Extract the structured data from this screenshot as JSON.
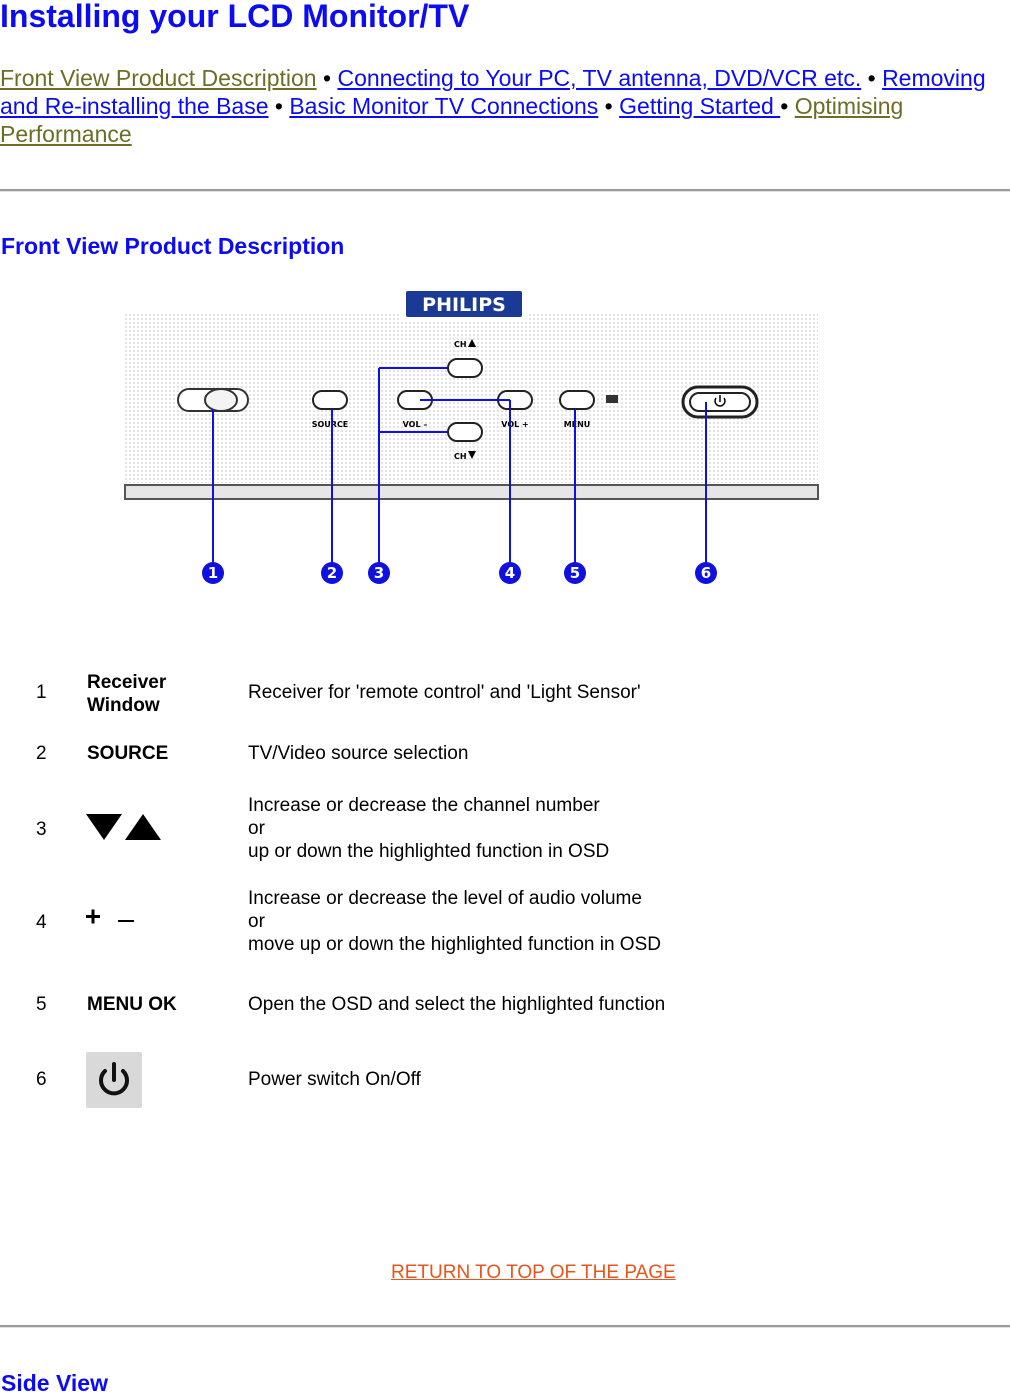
{
  "page": {
    "title": "Installing your LCD Monitor/TV",
    "nav": [
      {
        "label": "Front View Product Description",
        "visited": true
      },
      {
        "label": "Connecting to Your PC, TV antenna, DVD/VCR etc.",
        "visited": false
      },
      {
        "label": "Removing and Re-installing the Base",
        "visited": false
      },
      {
        "label": "Basic Monitor TV Connections",
        "visited": false
      },
      {
        "label": "Getting Started ",
        "visited": false
      },
      {
        "label": "Optimising Performance",
        "visited": true
      }
    ],
    "nav_separator": " • ",
    "section_front": "Front View Product Description",
    "return_link": "RETURN TO TOP OF THE PAGE",
    "section_side": "Side View"
  },
  "diagram": {
    "brand": "PHILIPS",
    "labels": {
      "source": "SOURCE",
      "vol_minus": "VOL –",
      "vol_plus": "VOL +",
      "menu": "MENU",
      "ch_up": "CH",
      "ch_down": "CH"
    },
    "callouts": [
      "1",
      "2",
      "3",
      "4",
      "5",
      "6"
    ]
  },
  "controls": [
    {
      "num": "1",
      "name": "Receiver Window",
      "desc": [
        "Receiver for 'remote control' and 'Light Sensor'"
      ]
    },
    {
      "num": "2",
      "name": "SOURCE",
      "desc": [
        "TV/Video source selection"
      ]
    },
    {
      "num": "3",
      "name": "",
      "icon": "down-up-triangles-icon",
      "desc": [
        "Increase or decrease the channel number",
        "or",
        "up or down the highlighted function in OSD"
      ]
    },
    {
      "num": "4",
      "name": "",
      "icon": "plus-minus-icon",
      "desc": [
        "Increase or decrease the level of audio volume",
        "or",
        "move up or down the highlighted function in OSD"
      ]
    },
    {
      "num": "5",
      "name": "MENU OK",
      "desc": [
        "Open the OSD and select the highlighted function"
      ]
    },
    {
      "num": "6",
      "name": "",
      "icon": "power-icon",
      "desc": [
        "Power switch On/Off"
      ]
    }
  ],
  "colors": {
    "heading": "#0b0bf4",
    "link": "#0b0bf4",
    "visited_link": "#6d6d26",
    "return_link": "#e8541b",
    "callout": "#1010e0"
  }
}
